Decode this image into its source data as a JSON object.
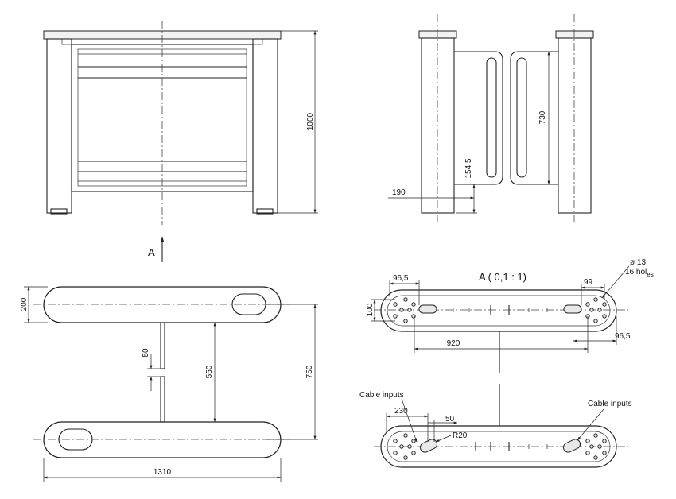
{
  "view_label": "A",
  "detail_title": "A ( 0,1 : 1)",
  "dimensions": {
    "height_total": "1000",
    "offset_190": "190",
    "offset_154_5": "154,5",
    "slot_730": "730",
    "width_200": "200",
    "gap_50_vertical": "50",
    "span_550": "550",
    "span_750": "750",
    "length_1310": "1310",
    "d_96_5_left": "96,5",
    "d_100": "100",
    "d_99": "99",
    "d_920": "920",
    "d_96_5_right": "96,5",
    "d_230": "230",
    "d_50_bottom": "50",
    "radius_r20": "R20"
  },
  "annotations": {
    "hole_diameter": "ø 13",
    "hole_count": "16 hol",
    "hole_count_sub": "es",
    "cable_inputs_left": "Cable inputs",
    "cable_inputs_right": "Cable inputs"
  }
}
